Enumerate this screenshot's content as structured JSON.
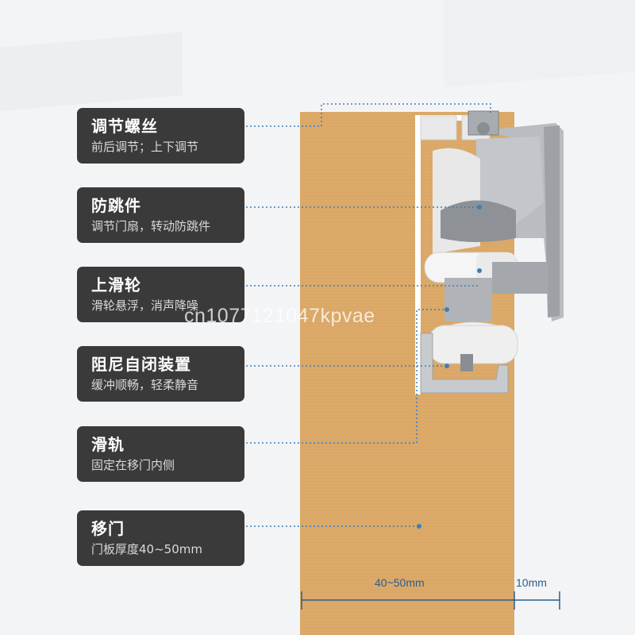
{
  "labels": [
    {
      "title": "调节螺丝",
      "subtitle": "前后调节；上下调节"
    },
    {
      "title": "防跳件",
      "subtitle": "调节门扇，转动防跳件"
    },
    {
      "title": "上滑轮",
      "subtitle": "滑轮悬浮，消声降噪"
    },
    {
      "title": "阻尼自闭装置",
      "subtitle": "缓冲顺畅，轻柔静音"
    },
    {
      "title": "滑轨",
      "subtitle": "固定在移门内侧"
    },
    {
      "title": "移门",
      "subtitle": "门板厚度40~50mm"
    }
  ],
  "dimensions": {
    "door_thickness": "40~50mm",
    "gap": "10mm"
  },
  "watermark": "cn1077121047kpvae",
  "colors": {
    "card_bg": "#3a3a3a",
    "leader_line": "#3d7fb5",
    "door_wood": "#dcaa6a",
    "dimension": "#2b5f8a"
  }
}
